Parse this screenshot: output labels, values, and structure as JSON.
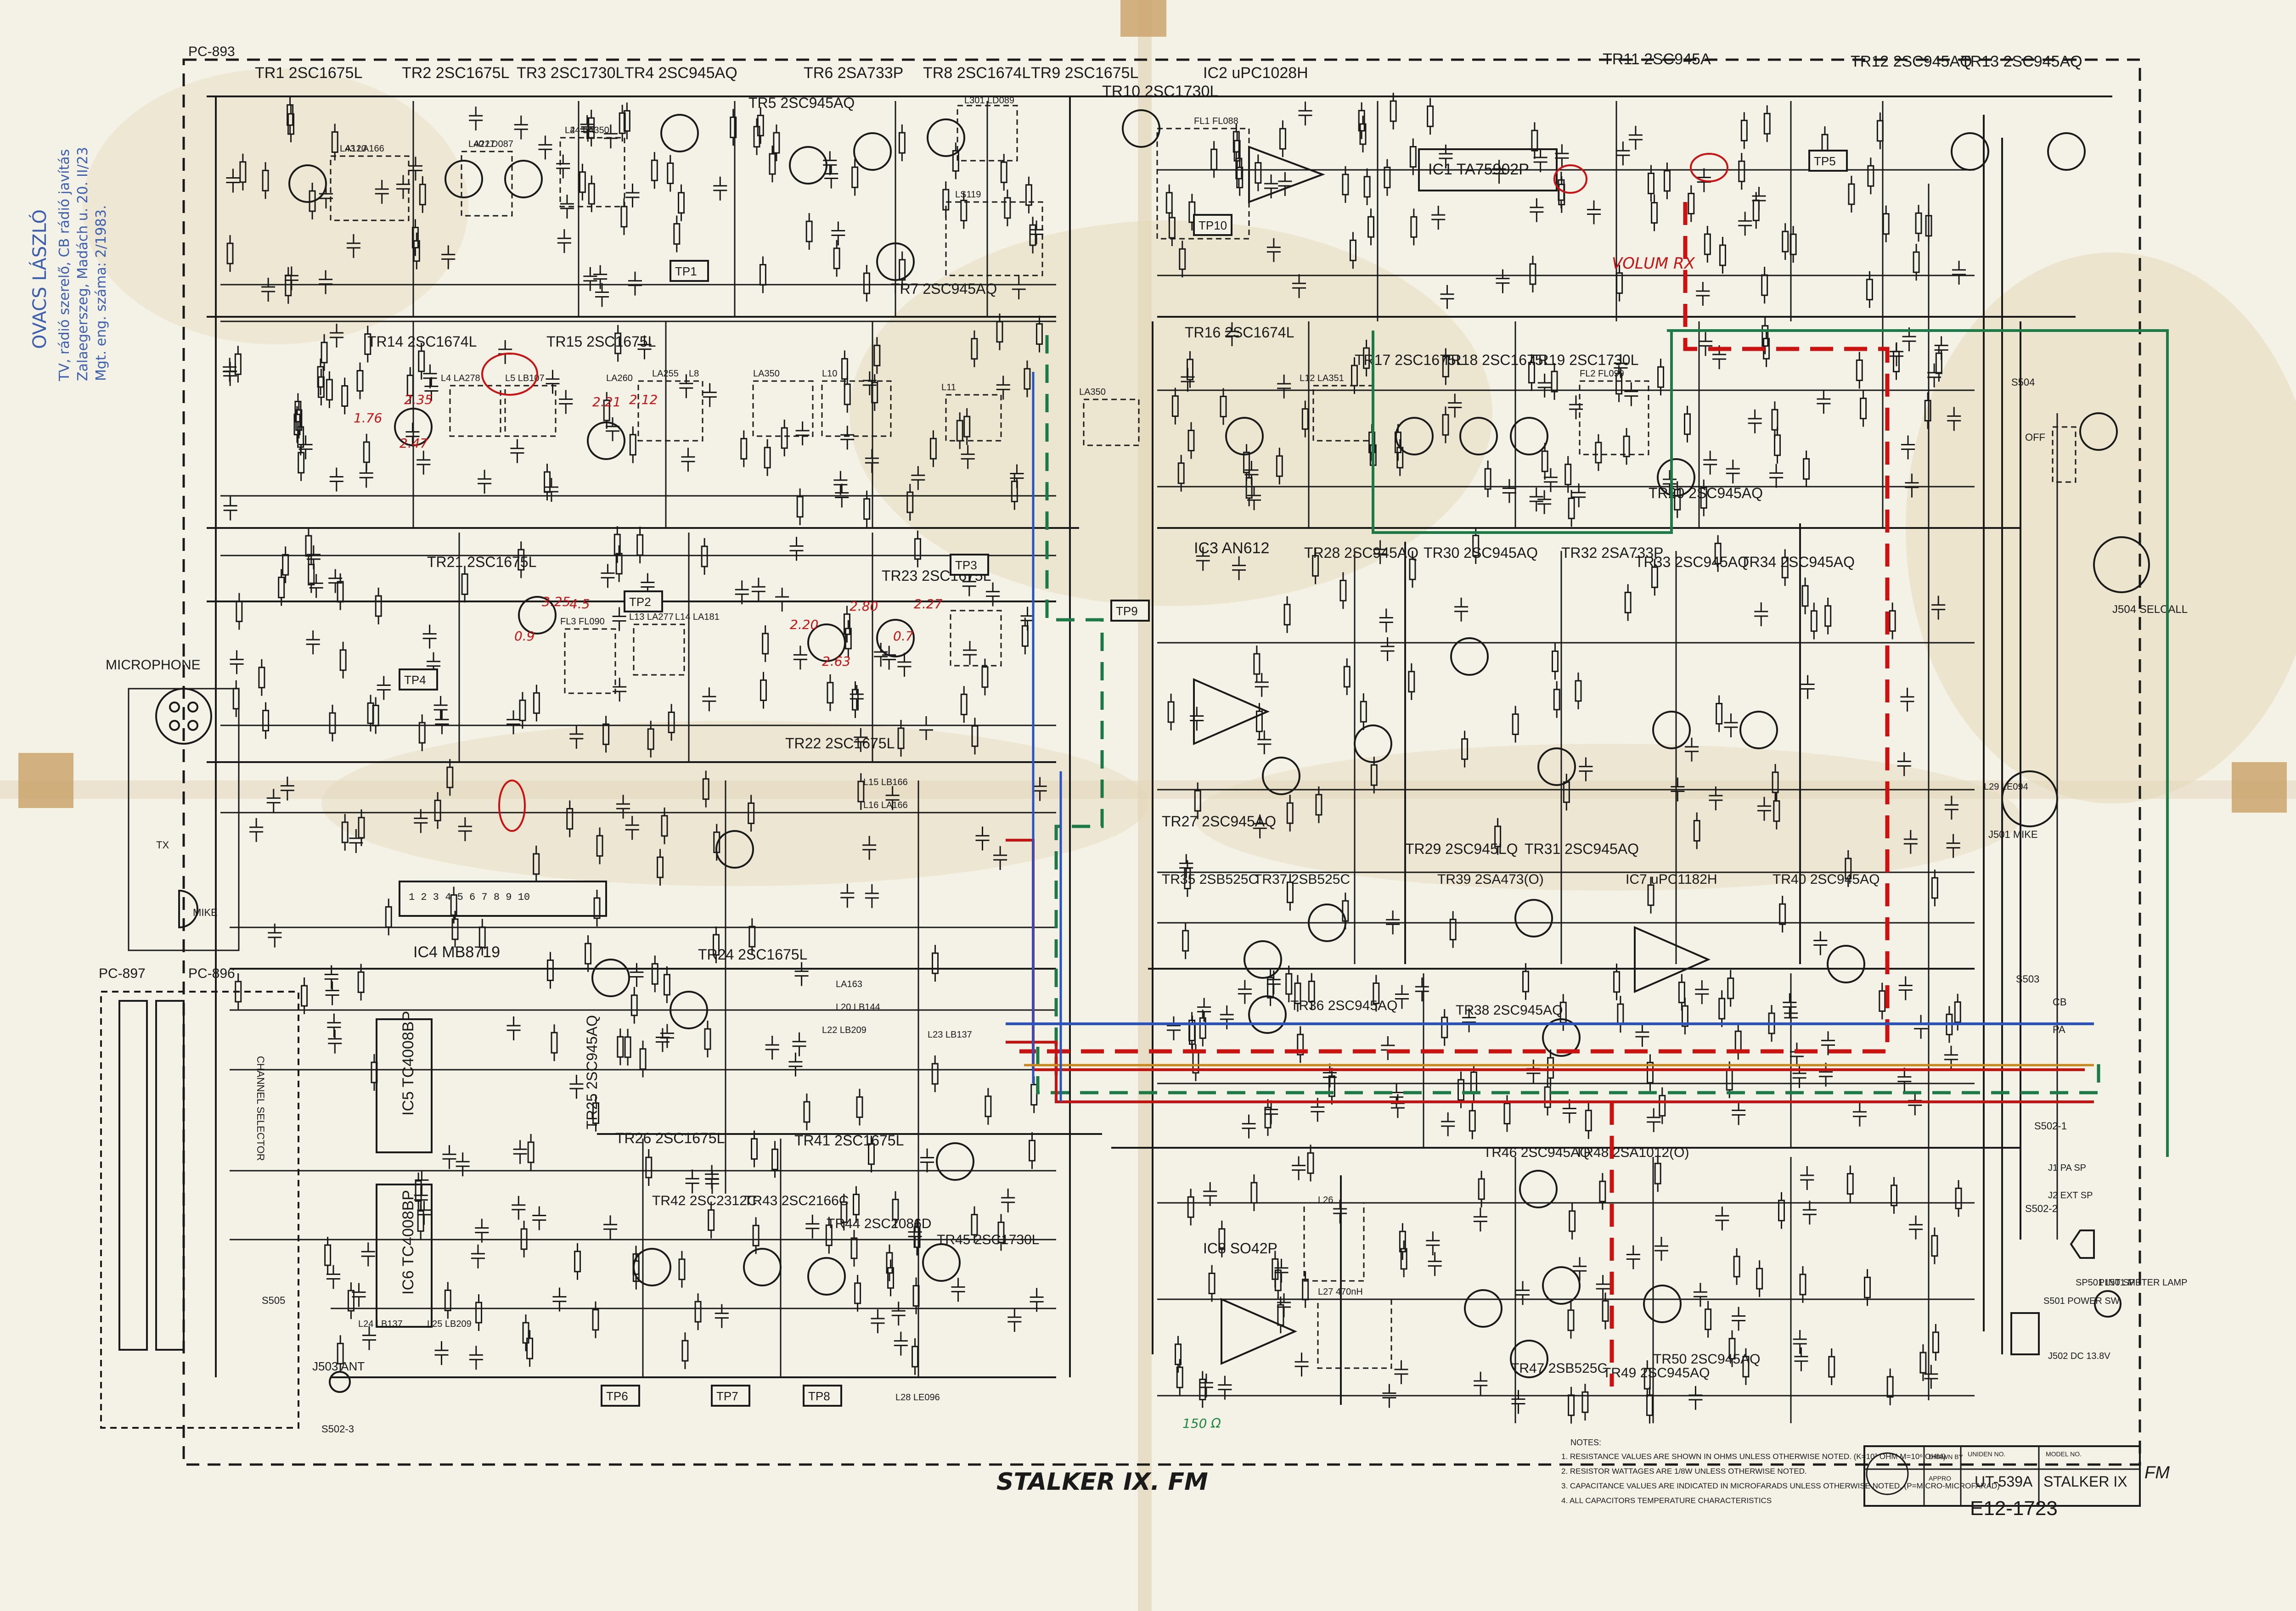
{
  "header": {
    "board_pc893": "PC-893",
    "top_transistors": [
      "TR1 2SC1675L",
      "TR2 2SC1675L",
      "TR3 2SC1730L",
      "TR4 2SC945AQ",
      "TR6 2SA733P",
      "TR8 2SC1674L",
      "TR9 2SC1675L",
      "TR10 2SC1730L",
      "IC2 uPC1028H",
      "TR11 2SC945A",
      "TR12 2SC945AQ",
      "TR13 2SC945AQ"
    ]
  },
  "blocks": {
    "tr5": "TR5 2SC945AQ",
    "tr7": "TR7 2SC945AQ",
    "ic1": "IC1 TA75902P",
    "tr14": "TR14 2SC1674L",
    "tr15": "TR15 2SC1675L",
    "tr16": "TR16 2SC1674L",
    "tr17": "TR17 2SC1675L",
    "tr18": "TR18 2SC1675L",
    "tr19": "TR19 2SC1730L",
    "tr20": "TR20 2SC945AQ",
    "tr21": "TR21 2SC1675L",
    "tr22": "TR22 2SC1675L",
    "tr23": "TR23 2SC1675L",
    "ic3": "IC3 AN612",
    "tr27": "TR27 2SC945AQ",
    "tr28": "TR28 2SC945AQ",
    "tr29": "TR29 2SC945LQ",
    "tr30": "TR30 2SC945AQ",
    "tr31": "TR31 2SC945AQ",
    "tr32": "TR32 2SA733P",
    "tr33": "TR33 2SC945AQ",
    "tr34": "TR34 2SC945AQ",
    "ic4": "IC4 MB8719",
    "tr24": "TR24 2SC1675L",
    "tr25": "TR25 2SC945AQ",
    "tr26": "TR26 2SC1675L",
    "ic5": "IC5 TC4008BP",
    "ic6": "IC6 TC4008BP",
    "tr35": "TR35 2SB525C",
    "tr37": "TR37 2SB525C",
    "tr39": "TR39 2SA473(O)",
    "ic7": "IC7 uPC1182H",
    "tr40": "TR40 2SC945AQ",
    "tr36": "TR36 2SC945AQ",
    "tr38": "TR38 2SC945AQ",
    "tr41": "TR41 2SC1675L",
    "tr42": "TR42 2SC2312C",
    "tr43": "TR43 2SC2166C",
    "tr44": "TR44 2SC2086D",
    "tr45": "TR45 2SC1730L",
    "ic8": "IC8 SO42P",
    "tr46": "TR46 2SC945AQ",
    "tr48": "TR48 2SA1012(O)",
    "tr47": "TR47 2SB525C",
    "tr49": "TR49 2SC945AQ",
    "tr50": "TR50 2SC945AQ"
  },
  "connectors": {
    "microphone": "MICROPHONE",
    "mike": "MIKE",
    "tx": "TX",
    "pc897": "PC-897",
    "pc896": "PC-896",
    "channel_selector": "CHANNEL SELECTOR",
    "j503": "J503 ANT",
    "j504": "J504 SELCALL",
    "j501": "J501 MIKE",
    "s502_1": "S502-1",
    "s502_2": "S502-2",
    "s502_3": "S502-3",
    "s503": "S503",
    "s504": "S504",
    "s505": "S505",
    "s501": "S501 POWER SW",
    "pa": "PA",
    "cb": "CB",
    "off": "OFF",
    "sp501": "SP501 INT SP",
    "j1": "J1 PA SP",
    "j2": "J2 EXT SP",
    "pl501": "PL501 METER LAMP",
    "j502": "J502 DC 13.8V",
    "tp_labels": [
      "TP1",
      "TP2",
      "TP3",
      "TP4",
      "TP5",
      "TP6",
      "TP7",
      "TP8",
      "TP9",
      "TP10"
    ]
  },
  "annotations": {
    "red_top": "VOLUM RX",
    "rx_side": "TV, rádió szerelő, CB rádió javítás",
    "stamp_name": "OVACS LÁSZLÓ",
    "stamp_addr": "Zalaegerszeg, Madách u. 20. II/23",
    "stamp_reg": "Mgt. eng. száma: 2/1983.",
    "hand_values": [
      "1.76",
      "2.35",
      "2.21",
      "2.12",
      "2.47",
      "3.25",
      "4.5",
      "0.9",
      "2.20",
      "2.80",
      "2.27",
      "0.7",
      "2.63",
      "150 Ω"
    ],
    "title": "STALKER IX. FM"
  },
  "notes": {
    "title": "NOTES:",
    "lines": [
      "1. RESISTANCE VALUES ARE SHOWN IN OHMS UNLESS OTHERWISE NOTED. (K=10³ OHM M=10⁶ OHM)",
      "2. RESISTOR WATTAGES ARE 1/8W UNLESS OTHERWISE NOTED.",
      "3. CAPACITANCE VALUES ARE INDICATED IN MICROFARADS UNLESS OTHERWISE NOTED. (P=MICRO-MICROFARAD)",
      "4. ALL CAPACITORS TEMPERATURE CHARACTERISTICS"
    ]
  },
  "title_block": {
    "drawn_by": "DRAWN BY",
    "approved": "APPRO",
    "uniden_no_label": "UNIDEN NO.",
    "uniden_no": "UT-539A",
    "model_no_label": "MODEL NO.",
    "model_no": "STALKER IX",
    "fm_mark": "FM",
    "drawing_no": "E12-1723"
  },
  "components": {
    "modules": [
      "LA120",
      "L2",
      "LA227",
      "L3",
      "LS119",
      "FL1 FL088",
      "L4 LA278",
      "L5 LB107",
      "LA260",
      "LA255",
      "L8",
      "LA350",
      "L10",
      "L11",
      "LA350",
      "L12 LA351",
      "FL2 FL099",
      "FL3 FL090",
      "L13 LA277",
      "L14 LA181",
      "L15 LB166",
      "L16 LA166",
      "LA163",
      "L20 LB144",
      "L22 LB209",
      "L23 LB137",
      "L24 LB137",
      "L25 LB209",
      "L26",
      "L27 470nH",
      "L28 LE096",
      "L29 LE094",
      "L43 LA166",
      "L44 LA350",
      "L40 LD087",
      "L301 LD089"
    ],
    "ic_pins_label": "1 2 3 4 5 6 7 8 9 10"
  }
}
